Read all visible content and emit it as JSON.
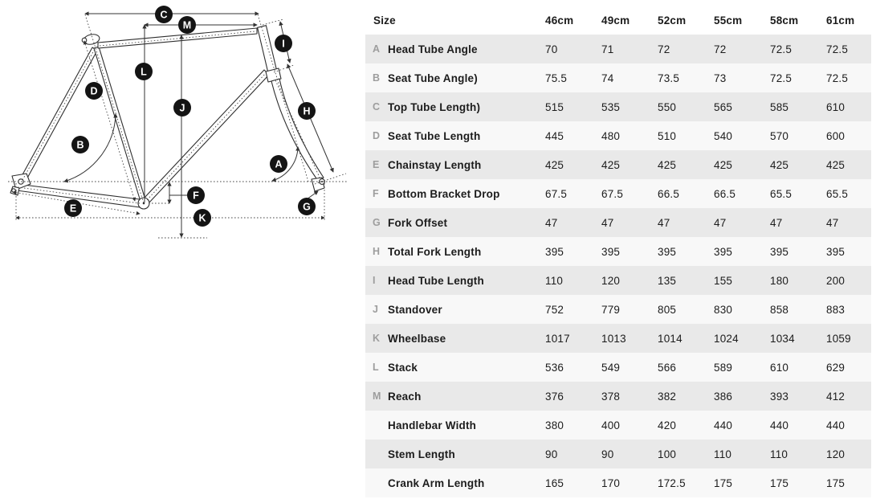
{
  "diagram": {
    "markers": [
      "A",
      "B",
      "C",
      "D",
      "E",
      "F",
      "G",
      "H",
      "I",
      "J",
      "K",
      "L",
      "M"
    ]
  },
  "table": {
    "header": {
      "size_label": "Size",
      "columns": [
        "46cm",
        "49cm",
        "52cm",
        "55cm",
        "58cm",
        "61cm"
      ]
    },
    "rows": [
      {
        "letter": "A",
        "label": "Head Tube Angle",
        "values": [
          "70",
          "71",
          "72",
          "72",
          "72.5",
          "72.5"
        ]
      },
      {
        "letter": "B",
        "label": "Seat Tube Angle)",
        "values": [
          "75.5",
          "74",
          "73.5",
          "73",
          "72.5",
          "72.5"
        ]
      },
      {
        "letter": "C",
        "label": "Top Tube Length)",
        "values": [
          "515",
          "535",
          "550",
          "565",
          "585",
          "610"
        ]
      },
      {
        "letter": "D",
        "label": "Seat Tube Length",
        "values": [
          "445",
          "480",
          "510",
          "540",
          "570",
          "600"
        ]
      },
      {
        "letter": "E",
        "label": "Chainstay Length",
        "values": [
          "425",
          "425",
          "425",
          "425",
          "425",
          "425"
        ]
      },
      {
        "letter": "F",
        "label": "Bottom Bracket Drop",
        "values": [
          "67.5",
          "67.5",
          "66.5",
          "66.5",
          "65.5",
          "65.5"
        ]
      },
      {
        "letter": "G",
        "label": "Fork Offset",
        "values": [
          "47",
          "47",
          "47",
          "47",
          "47",
          "47"
        ]
      },
      {
        "letter": "H",
        "label": "Total Fork Length",
        "values": [
          "395",
          "395",
          "395",
          "395",
          "395",
          "395"
        ]
      },
      {
        "letter": "I",
        "label": "Head Tube Length",
        "values": [
          "110",
          "120",
          "135",
          "155",
          "180",
          "200"
        ]
      },
      {
        "letter": "J",
        "label": "Standover",
        "values": [
          "752",
          "779",
          "805",
          "830",
          "858",
          "883"
        ]
      },
      {
        "letter": "K",
        "label": "Wheelbase",
        "values": [
          "1017",
          "1013",
          "1014",
          "1024",
          "1034",
          "1059"
        ]
      },
      {
        "letter": "L",
        "label": "Stack",
        "values": [
          "536",
          "549",
          "566",
          "589",
          "610",
          "629"
        ]
      },
      {
        "letter": "M",
        "label": "Reach",
        "values": [
          "376",
          "378",
          "382",
          "386",
          "393",
          "412"
        ]
      },
      {
        "letter": "",
        "label": "Handlebar Width",
        "values": [
          "380",
          "400",
          "420",
          "440",
          "440",
          "440"
        ]
      },
      {
        "letter": "",
        "label": "Stem Length",
        "values": [
          "90",
          "90",
          "100",
          "110",
          "110",
          "120"
        ]
      },
      {
        "letter": "",
        "label": "Crank Arm Length",
        "values": [
          "165",
          "170",
          "172.5",
          "175",
          "175",
          "175"
        ]
      }
    ]
  },
  "colors": {
    "row_stripe": "#e9e9e9",
    "row_light": "#f8f8f8",
    "letter_gray": "#9d9d9d",
    "marker_fill": "#141414",
    "line": "#2e2e2e"
  }
}
